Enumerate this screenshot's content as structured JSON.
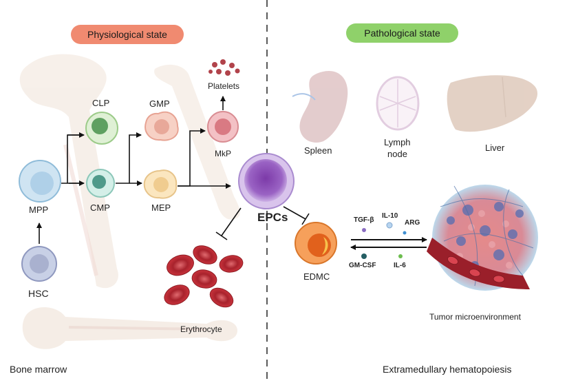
{
  "colors": {
    "physio_pill": "#f08a70",
    "patho_pill": "#8fd16a",
    "epc": "#9a63c4",
    "edmc": "#f07f2a",
    "rbc": "#c8333c",
    "divider": "#222222"
  },
  "headers": {
    "physiological": "Physiological state",
    "pathological": "Pathological state"
  },
  "cells": {
    "hsc": "HSC",
    "mpp": "MPP",
    "clp": "CLP",
    "cmp": "CMP",
    "gmp": "GMP",
    "mep": "MEP",
    "mkp": "MkP",
    "platelets": "Platelets",
    "erythrocyte": "Erythrocyte",
    "epcs": "EPCs",
    "edmc": "EDMC"
  },
  "organs": {
    "spleen": "Spleen",
    "lymph_line1": "Lymph",
    "lymph_line2": "node",
    "liver": "Liver"
  },
  "factors": {
    "tgfb": "TGF-β",
    "il10": "IL-10",
    "arg": "ARG",
    "gmcsf": "GM-CSF",
    "il6": "IL-6"
  },
  "captions": {
    "tumor": "Tumor microenvironment",
    "bone_marrow": "Bone marrow",
    "extramedullary": "Extramedullary hematopoiesis"
  }
}
